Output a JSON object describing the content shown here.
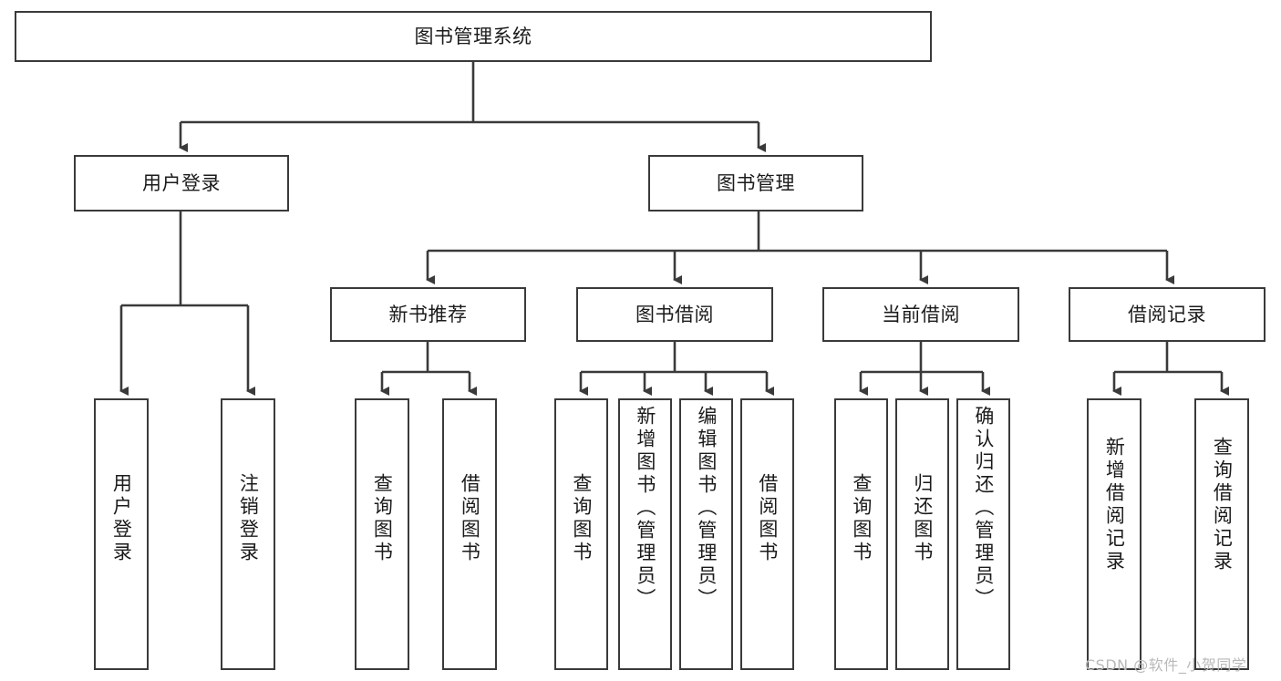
{
  "diagram": {
    "title": "图书管理系统",
    "type": "tree",
    "root": {
      "label": "图书管理系统"
    },
    "level2": [
      {
        "label": "用户登录"
      },
      {
        "label": "图书管理"
      }
    ],
    "level3": [
      {
        "label": "新书推荐"
      },
      {
        "label": "图书借阅"
      },
      {
        "label": "当前借阅"
      },
      {
        "label": "借阅记录"
      }
    ],
    "leaves": {
      "user_login": [
        {
          "label": "用户登录"
        },
        {
          "label": "注销登录"
        }
      ],
      "new_book_recommend": [
        {
          "label": "查询图书"
        },
        {
          "label": "借阅图书"
        }
      ],
      "book_borrow": [
        {
          "label": "查询图书"
        },
        {
          "label": "新增图书（管理员）"
        },
        {
          "label": "编辑图书（管理员）"
        },
        {
          "label": "借阅图书"
        }
      ],
      "current_borrow": [
        {
          "label": "查询图书"
        },
        {
          "label": "归还图书"
        },
        {
          "label": "确认归还（管理员）"
        }
      ],
      "borrow_record": [
        {
          "label": "新增借阅记录"
        },
        {
          "label": "查询借阅记录"
        }
      ]
    },
    "colors": {
      "border": "#3a3a3a",
      "text": "#1b1b1b",
      "background": "#ffffff",
      "watermark": "#b9b9b9"
    }
  },
  "watermark": {
    "text": "CSDN @软件_小贺同学"
  }
}
